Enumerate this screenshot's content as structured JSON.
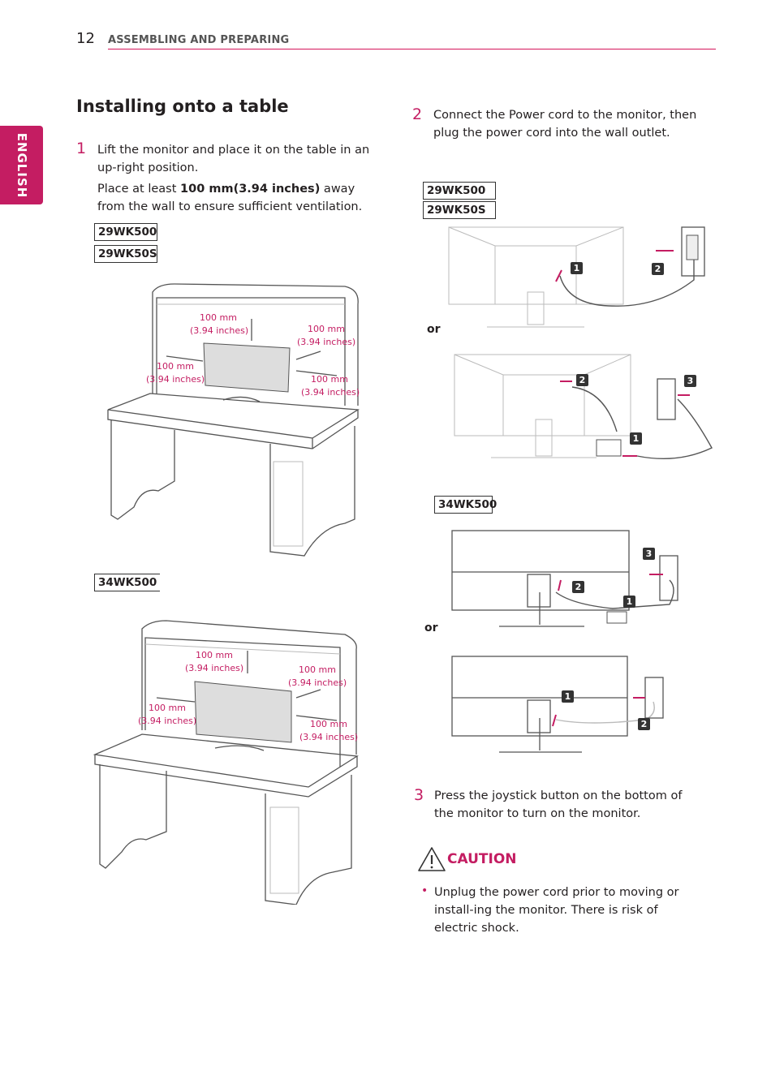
{
  "header": {
    "page_number": "12",
    "section": "ASSEMBLING AND PREPARING"
  },
  "side_tab": {
    "label": "ENGLISH"
  },
  "title": "Installing onto a table",
  "step1": {
    "number": "1",
    "text": "Lift the monitor and place it on the table in an up-right position.",
    "note_prefix": "Place at least ",
    "note_bold": "100 mm(3.94 inches)",
    "note_suffix": " away from the wall to ensure sufficient ventilation."
  },
  "left_models": {
    "group1": [
      "29WK500",
      "29WK50S"
    ],
    "group2": [
      "34WK500"
    ]
  },
  "dimension": {
    "mm": "100 mm",
    "inches": "(3.94 inches)"
  },
  "step2": {
    "number": "2",
    "text": "Connect the Power cord to the monitor, then plug the power cord into the wall outlet."
  },
  "right_models": {
    "group1": [
      "29WK500",
      "29WK50S"
    ],
    "group2": [
      "34WK500"
    ]
  },
  "or_label": "or",
  "badges": [
    "1",
    "2",
    "3"
  ],
  "step3": {
    "number": "3",
    "text": "Press the joystick button on the bottom of the monitor to turn on the monitor."
  },
  "caution": {
    "title": "CAUTION",
    "bullet": "Unplug the power cord prior to moving or install-ing the monitor. There is risk of electric shock."
  },
  "colors": {
    "accent": "#c41d62",
    "text": "#231f20"
  }
}
